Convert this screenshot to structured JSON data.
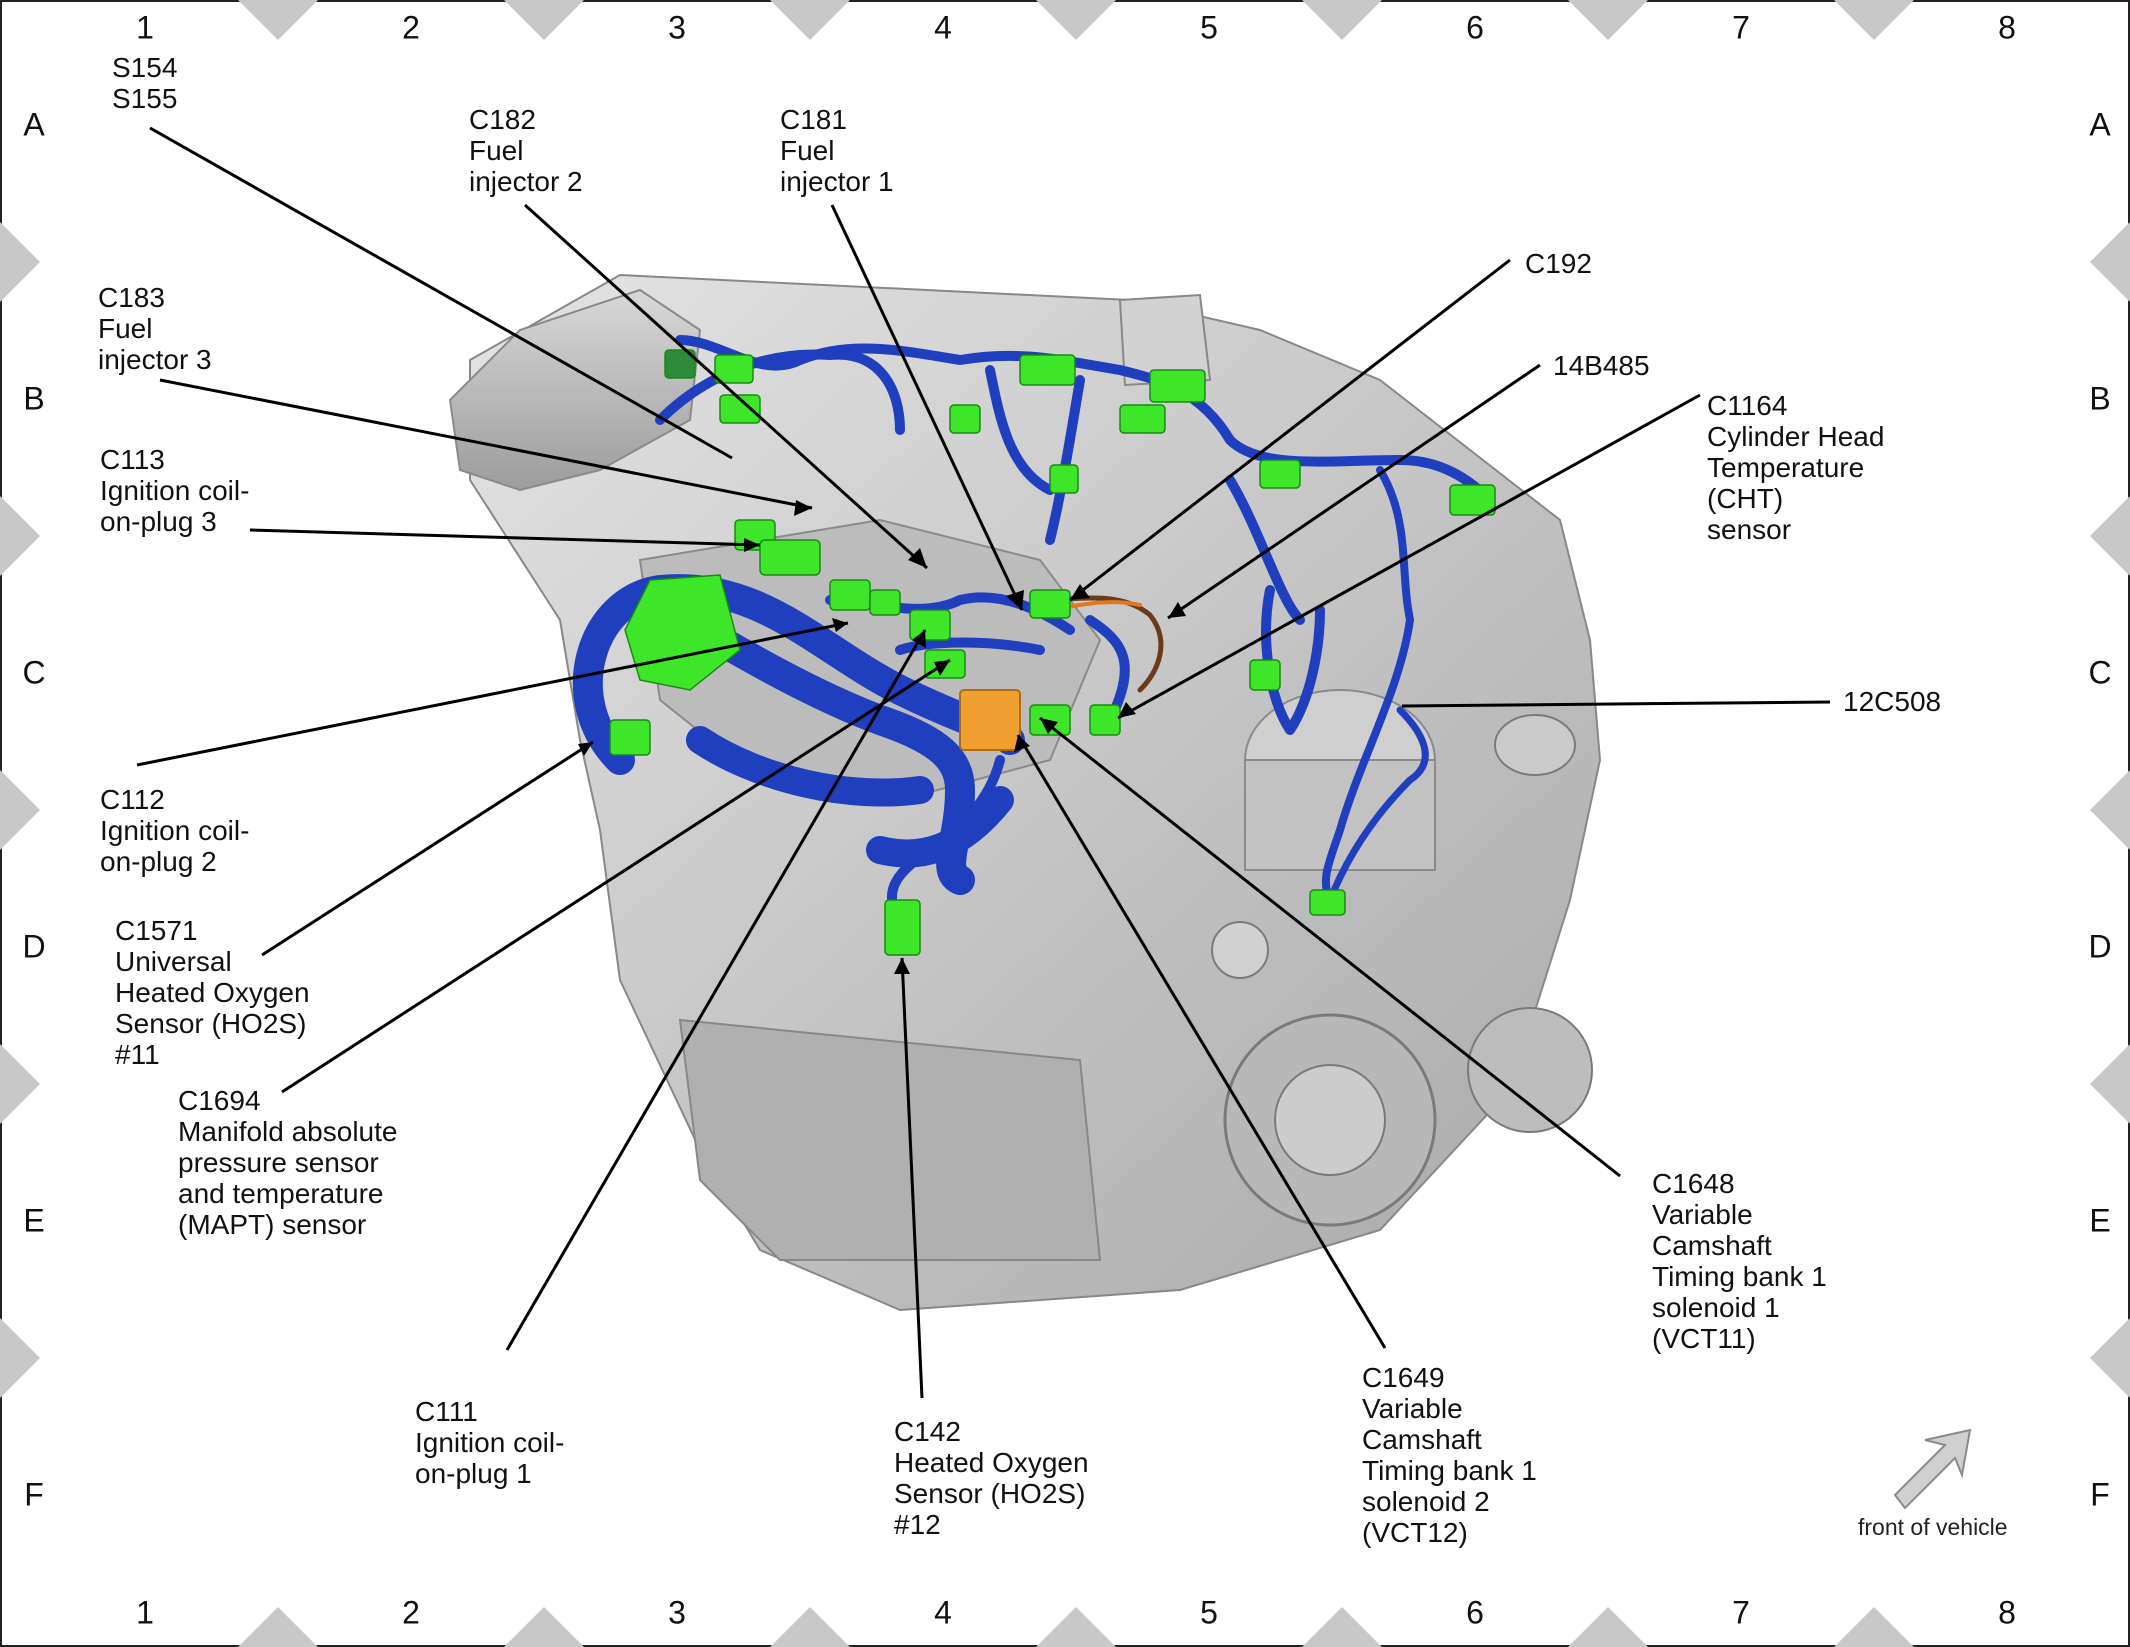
{
  "grid": {
    "columns": [
      "1",
      "2",
      "3",
      "4",
      "5",
      "6",
      "7",
      "8"
    ],
    "rows": [
      "A",
      "B",
      "C",
      "D",
      "E",
      "F"
    ]
  },
  "callouts": {
    "s154_s155": [
      "S154",
      "S155"
    ],
    "c182": [
      "C182",
      "Fuel",
      "injector 2"
    ],
    "c181": [
      "C181",
      "Fuel",
      "injector 1"
    ],
    "c192": [
      "C192"
    ],
    "c183": [
      "C183",
      "Fuel",
      "injector 3"
    ],
    "b14b485": [
      "14B485"
    ],
    "c1164": [
      "C1164",
      "Cylinder Head",
      "Temperature",
      "(CHT)",
      "sensor"
    ],
    "c113": [
      "C113",
      "Ignition coil-",
      "on-plug 3"
    ],
    "c12c508": [
      "12C508"
    ],
    "c112": [
      "C112",
      "Ignition coil-",
      "on-plug 2"
    ],
    "c1571": [
      "C1571",
      "Universal",
      "Heated Oxygen",
      "Sensor (HO2S)",
      "#11"
    ],
    "c1694": [
      "C1694",
      "Manifold absolute",
      "pressure sensor",
      "and temperature",
      "(MAPT) sensor"
    ],
    "c1648": [
      "C1648",
      "Variable",
      "Camshaft",
      "Timing bank 1",
      "solenoid 1",
      "(VCT11)"
    ],
    "c1649": [
      "C1649",
      "Variable",
      "Camshaft",
      "Timing bank 1",
      "solenoid 2",
      "(VCT12)"
    ],
    "c111": [
      "C111",
      "Ignition coil-",
      "on-plug 1"
    ],
    "c142": [
      "C142",
      "Heated Oxygen",
      "Sensor (HO2S)",
      "#12"
    ]
  },
  "front_indicator": {
    "label": "front of vehicle",
    "icon": "arrow-up-right-icon"
  },
  "colors": {
    "harness": "#1f3fbf",
    "connector": "#3ee62a",
    "module": "#f0a030",
    "engine": "#c9c9c9",
    "border_diamond": "#c8c8c8"
  }
}
